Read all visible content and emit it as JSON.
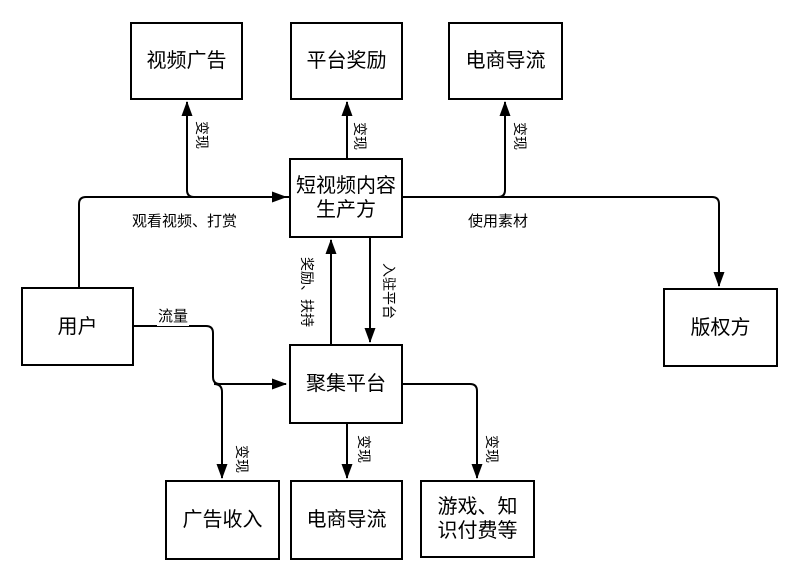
{
  "diagram": {
    "background_color": "#ffffff",
    "line_color": "#000000",
    "nodes": [
      {
        "id": "video-ads",
        "label": "视频广告"
      },
      {
        "id": "platform-rewards",
        "label": "平台奖励"
      },
      {
        "id": "ecommerce-top",
        "label": "电商导流"
      },
      {
        "id": "producer",
        "label": "短视频内容\n生产方"
      },
      {
        "id": "user",
        "label": "用户"
      },
      {
        "id": "copyright",
        "label": "版权方"
      },
      {
        "id": "platform",
        "label": "聚集平台"
      },
      {
        "id": "ad-revenue",
        "label": "广告收入"
      },
      {
        "id": "ecommerce-bottom",
        "label": "电商导流"
      },
      {
        "id": "games",
        "label": "游戏、知\n识付费等"
      }
    ],
    "edge_labels": [
      {
        "id": "watch-video-tip",
        "text": "观看视频、打赏"
      },
      {
        "id": "traffic",
        "text": "流量"
      },
      {
        "id": "use-material",
        "text": "使用素材"
      },
      {
        "id": "monetize-video-ads",
        "text": "变现"
      },
      {
        "id": "monetize-platform-rewards",
        "text": "变现"
      },
      {
        "id": "monetize-ecommerce-top",
        "text": "变现"
      },
      {
        "id": "reward-support",
        "text": "奖励、扶持"
      },
      {
        "id": "join-platform",
        "text": "入驻平台"
      },
      {
        "id": "monetize-ad-revenue",
        "text": "变现"
      },
      {
        "id": "monetize-ecommerce-bottom",
        "text": "变现"
      },
      {
        "id": "monetize-games",
        "text": "变现"
      }
    ]
  }
}
